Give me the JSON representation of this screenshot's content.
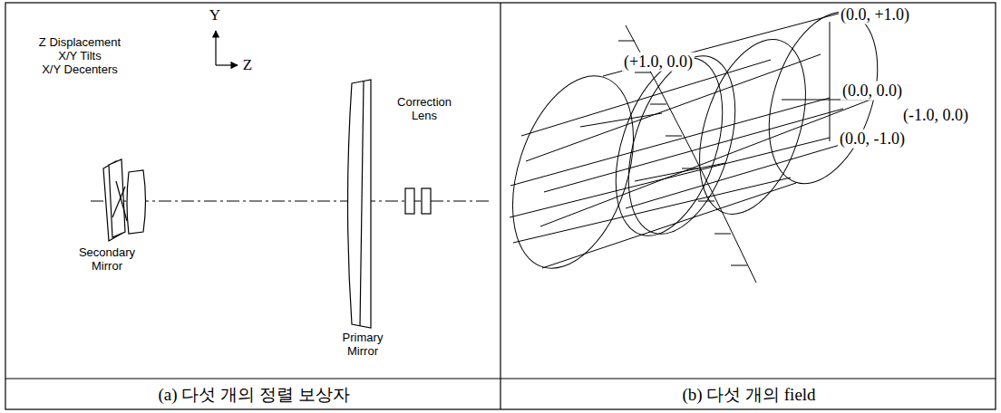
{
  "diagram": {
    "labels": [
      "Z Displacement",
      "X/Y Tilts",
      "X/Y Decenters",
      "Y",
      "Z",
      "Secondary Mirror",
      "Primary Mirror",
      "Correction Lens",
      "(a) 다섯 개의 정렬 보상자",
      "(0.0, +1.0)",
      "(+1.0, 0.0)",
      "(0.0, 0.0)",
      "(-1.0, 0.0)",
      "(0.0, -1.0)",
      "(b) 다섯 개의 field"
    ]
  }
}
